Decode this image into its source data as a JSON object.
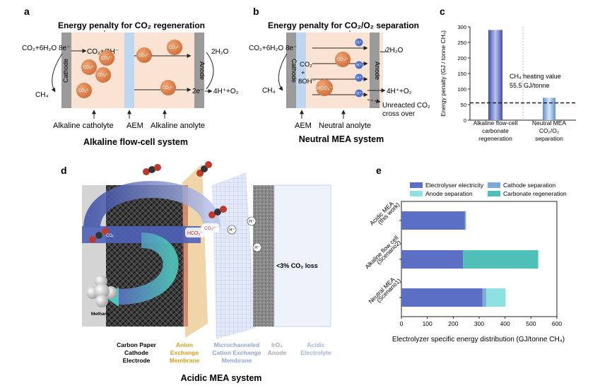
{
  "panel_a": {
    "letter": "a",
    "title": "Energy penalty for CO₂ regeneration",
    "cathode_label": "Cathode",
    "anode_label": "Anode",
    "left_reaction": "CO₂+6H₂O 8e⁻",
    "left_product": "CO₂+OH⁻",
    "ch4": "CH₄",
    "right_top": "2H₂O",
    "right_bottom": "2e⁻",
    "right_bottom_product": "4H⁺+O₂",
    "bubble_co3": "CO₃²⁻",
    "label_catholyte": "Alkaline catholyte",
    "label_aem": "AEM",
    "label_anolyte": "Alkaline anolyte",
    "system_title": "Alkaline flow-cell system"
  },
  "panel_b": {
    "letter": "b",
    "title": "Energy penalty for CO₂/O₂ separation",
    "cathode_label": "Cathode",
    "anode_label": "Anode",
    "left_reaction": "CO₂+6H₂O 8e⁻",
    "ch4": "CH₄",
    "mem_co2": "CO₂",
    "mem_plus": "+",
    "mem_oh": "8OH⁻",
    "bubble_co3": "CO₃²⁻",
    "bubble_hco3": "HCO₃⁻",
    "h_plus": "H⁺",
    "right_top": "2H₂O",
    "right_mid": "4H⁺+O₂",
    "unreacted_1": "Unreacted CO₂",
    "unreacted_2": "cross over",
    "label_aem": "AEM",
    "label_anolyte": "Neutral anolyte",
    "system_title": "Neutral MEA system"
  },
  "panel_c": {
    "letter": "c",
    "ylabel": "Energy penalty (GJ / tonne CH₄)",
    "annotation_1": "CH₄ heating value",
    "annotation_2": "55.5 GJ/tonne",
    "cat1_lines": [
      "Alkaline flow-cell",
      "carbonate",
      "regeneration"
    ],
    "cat2_lines": [
      "Neutral MEA",
      "CO₂/O₂",
      "separation"
    ],
    "colors": {
      "bar1": "#5b6fc4",
      "bar2": "#8fb8e0"
    }
  },
  "panel_d": {
    "letter": "d",
    "label_methane": "Methane",
    "label_loss": "<3% CO₂ loss",
    "label_hco3": "HCO₃⁻",
    "label_co3": "CO₃²⁻",
    "label_co2": "CO₂",
    "h_plus": "H⁺",
    "comp_cathode": [
      "Carbon Paper",
      "Cathode",
      "Electrode"
    ],
    "comp_aem": [
      "Anion",
      "Exchange",
      "Membrane"
    ],
    "comp_cem": [
      "Microchanneled",
      "Cation Exchange",
      "Membrane"
    ],
    "comp_iro2": [
      "IrO₂",
      "Anode"
    ],
    "comp_electrolyte": [
      "Acidic",
      "Electrolyte"
    ],
    "system_title": "Acidic MEA system",
    "colors": {
      "aem": "#d4a017",
      "cem": "#8ea6dc",
      "iro2": "#a9a9a9",
      "electrolyte": "#9fb4e0"
    }
  },
  "panel_e": {
    "letter": "e",
    "xlabel": "Electrolyzer specific energy distribution (GJ/tonne CH₄)"
  },
  "chart_data": [
    {
      "type": "bar",
      "panel": "c",
      "title": "",
      "xlabel": "",
      "ylabel": "Energy penalty (GJ / tonne CH₄)",
      "categories": [
        "Alkaline flow-cell carbonate regeneration",
        "Neutral MEA CO₂/O₂ separation"
      ],
      "values": [
        290,
        72
      ],
      "ylim": [
        0,
        300
      ],
      "yticks": [
        0,
        50,
        100,
        150,
        200,
        250,
        300
      ],
      "reference_line": {
        "value": 55.5,
        "label": "CH₄ heating value 55.5 GJ/tonne",
        "style": "dashed"
      },
      "grid": false
    },
    {
      "type": "bar",
      "panel": "e",
      "orientation": "horizontal",
      "stacked": true,
      "title": "",
      "xlabel": "Electrolyzer specific energy distribution (GJ/tonne CH₄)",
      "ylabel": "",
      "categories": [
        "Acidic MEA (this work)",
        "Alkaline flow cell (Scenario2)",
        "Neutral MEA (Scenario1)"
      ],
      "category_lines": [
        [
          "Acidic MEA",
          "(this work)"
        ],
        [
          "Alkaline flow cell",
          "(Scenario2)"
        ],
        [
          "Neutral MEA",
          "(Scenario1)"
        ]
      ],
      "xlim": [
        0,
        600
      ],
      "xticks": [
        0,
        100,
        200,
        300,
        400,
        500,
        600
      ],
      "legend_position": "top",
      "series": [
        {
          "name": "Electrolyser electricity",
          "color": "#5b6fc4",
          "values": [
            245,
            238,
            313
          ]
        },
        {
          "name": "Cathode separation",
          "color": "#7fa9d6",
          "values": [
            4,
            0,
            14
          ]
        },
        {
          "name": "Anode separation",
          "color": "#8fe0e2",
          "values": [
            0,
            0,
            75
          ]
        },
        {
          "name": "Carbonate regeneration",
          "color": "#4fbfb8",
          "values": [
            0,
            290,
            0
          ]
        }
      ],
      "grid": false
    }
  ]
}
